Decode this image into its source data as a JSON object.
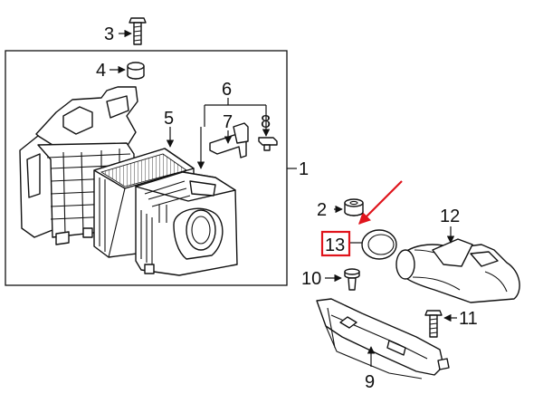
{
  "callouts": {
    "c1": "1",
    "c2": "2",
    "c3": "3",
    "c4": "4",
    "c5": "5",
    "c6": "6",
    "c7": "7",
    "c8": "8",
    "c9": "9",
    "c10": "10",
    "c11": "11",
    "c12": "12",
    "c13": "13"
  },
  "highlight": {
    "part": "13",
    "box_color": "#e0141c",
    "arrow_color": "#e0141c"
  }
}
